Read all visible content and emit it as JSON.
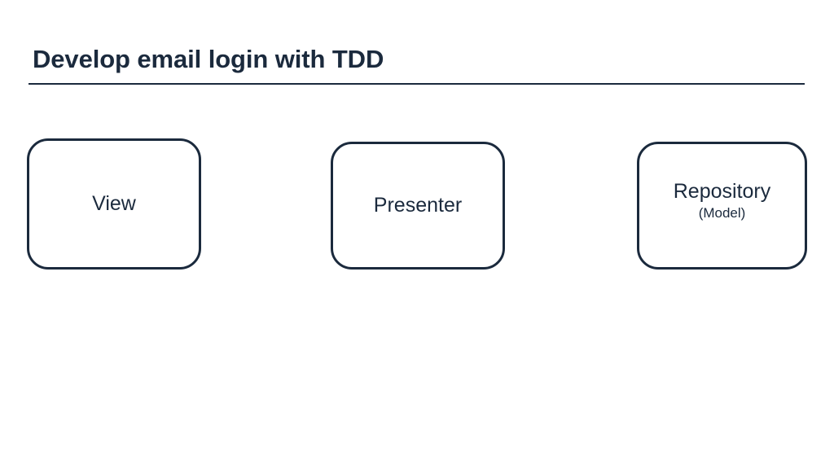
{
  "slide": {
    "title": "Develop email login with TDD",
    "background_color": "#ffffff",
    "ink_color": "#1b2a3d"
  },
  "diagram": {
    "type": "architecture-boxes",
    "nodes": [
      {
        "id": "view",
        "label": "View",
        "sublabel": ""
      },
      {
        "id": "presenter",
        "label": "Presenter",
        "sublabel": ""
      },
      {
        "id": "repository",
        "label": "Repository",
        "sublabel": "(Model)"
      }
    ]
  }
}
